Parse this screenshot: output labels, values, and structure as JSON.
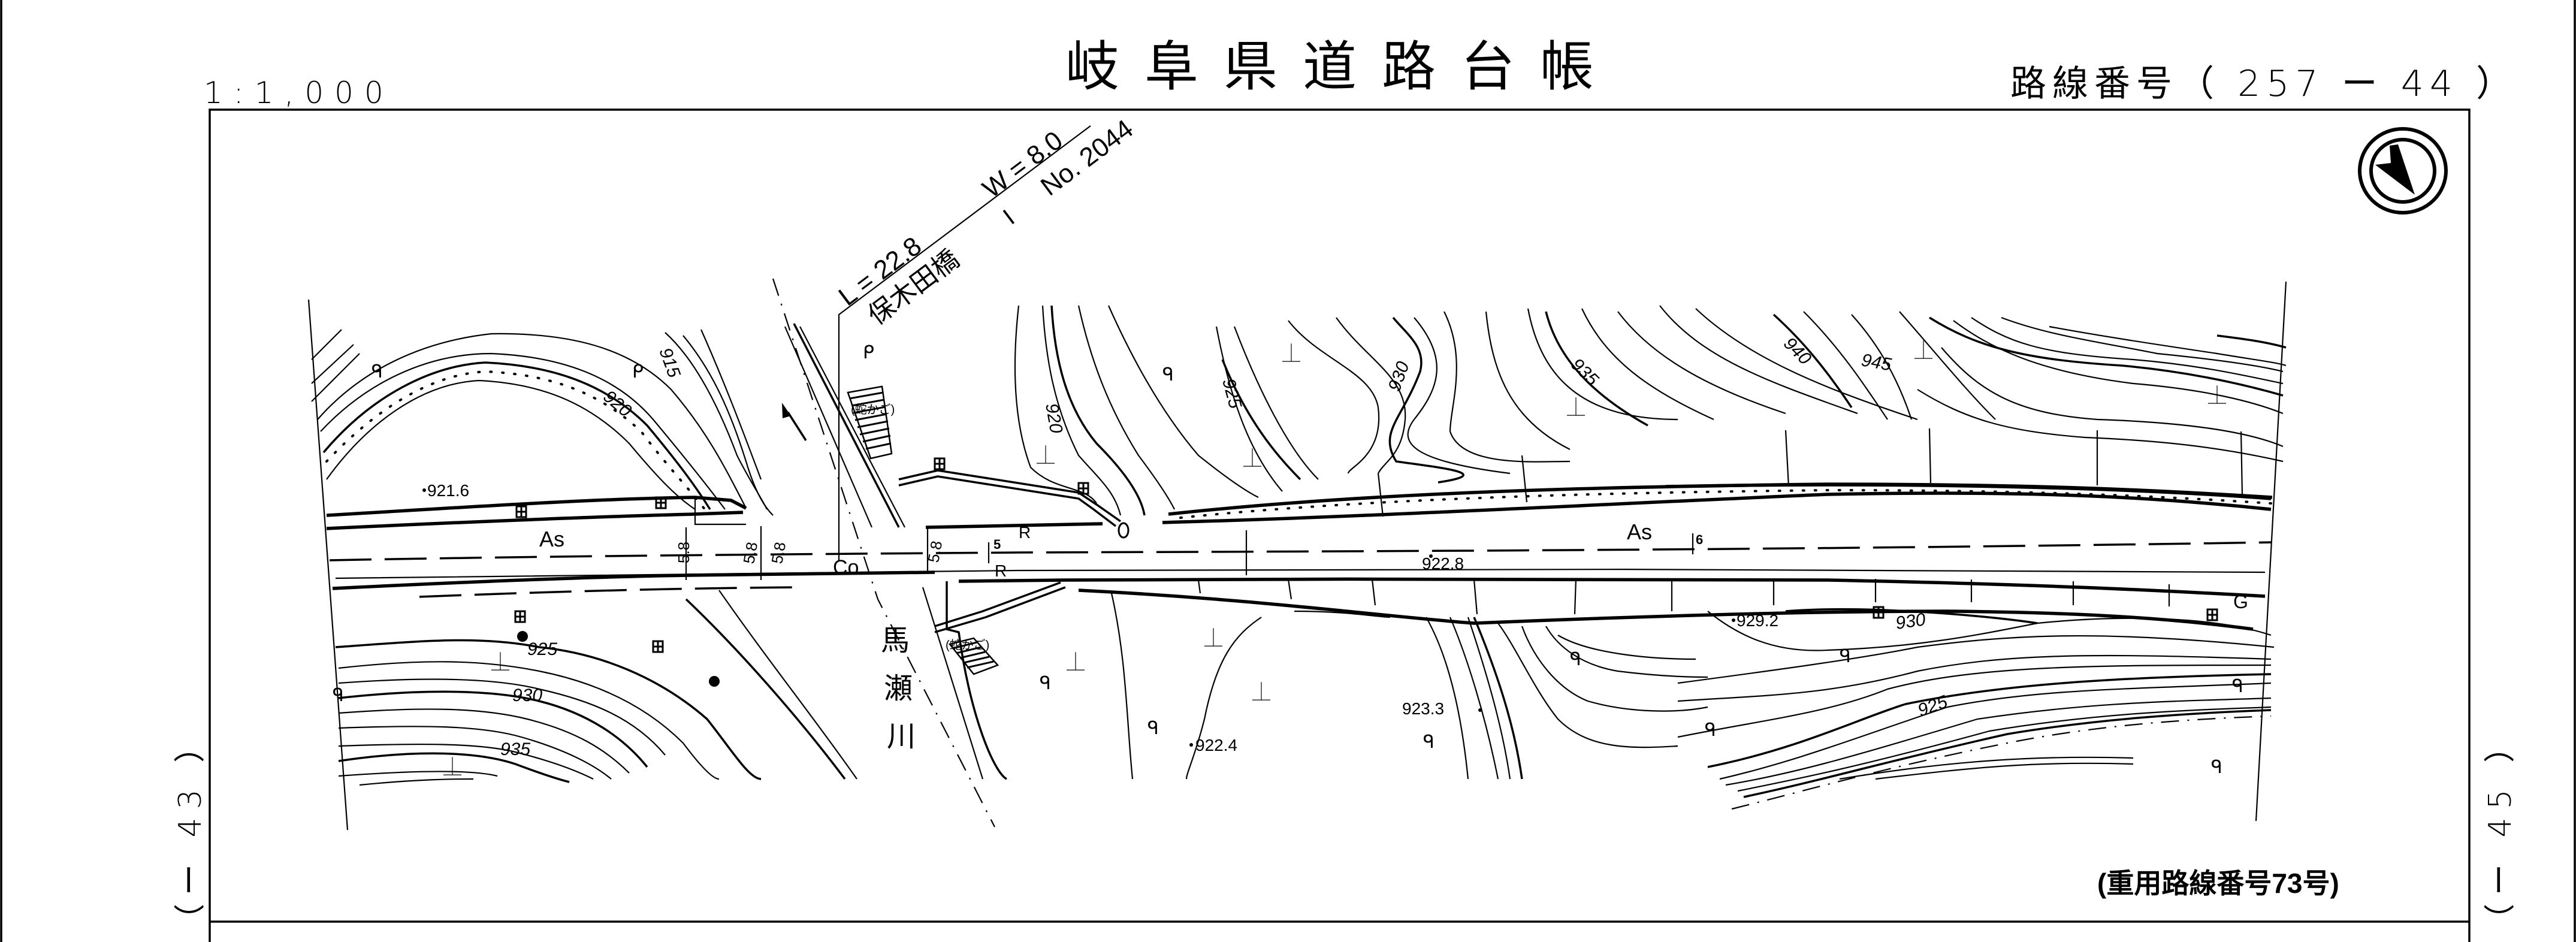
{
  "sheet": {
    "scale": "1:1,000",
    "title": "岐阜県道路台帳",
    "route_number_label": "路線番号（ 257 ー  44 ）",
    "overlap_route_note": "(重用路線番号73号)",
    "prev_sheet_label": "（ー 43 ）",
    "next_sheet_label": "（ー 45 ）",
    "north_arrow": "north-arrow-icon"
  },
  "bridge": {
    "length": "L = 22.8",
    "width": "W = 8.0",
    "name": "保木田橋",
    "separator": "I",
    "number": "No. 2044"
  },
  "river": {
    "name_chars": [
      "馬",
      "瀬",
      "川"
    ]
  },
  "road": {
    "surface_left": "As",
    "surface_right": "As",
    "surface_bridge": "Co",
    "width_labels": [
      "5.8",
      "5.8",
      "5.8",
      "5.8"
    ],
    "station_labels": [
      "5",
      "6"
    ],
    "r_labels": [
      "R",
      "R"
    ],
    "guardrail_label": "G"
  },
  "annotations": {
    "gabion_1": "(蛇かご)",
    "gabion_2": "(蛇かご)"
  },
  "contours": {
    "labels_north": [
      "915",
      "920",
      "920",
      "925",
      "930",
      "935",
      "940",
      "945"
    ],
    "labels_south": [
      "925",
      "930",
      "935",
      "930",
      "925"
    ]
  },
  "spot_heights": [
    "921.6",
    "922.8",
    "929.2",
    "923.3",
    "922.4"
  ],
  "colors": {
    "ink": "#000000",
    "paper": "#ffffff"
  }
}
